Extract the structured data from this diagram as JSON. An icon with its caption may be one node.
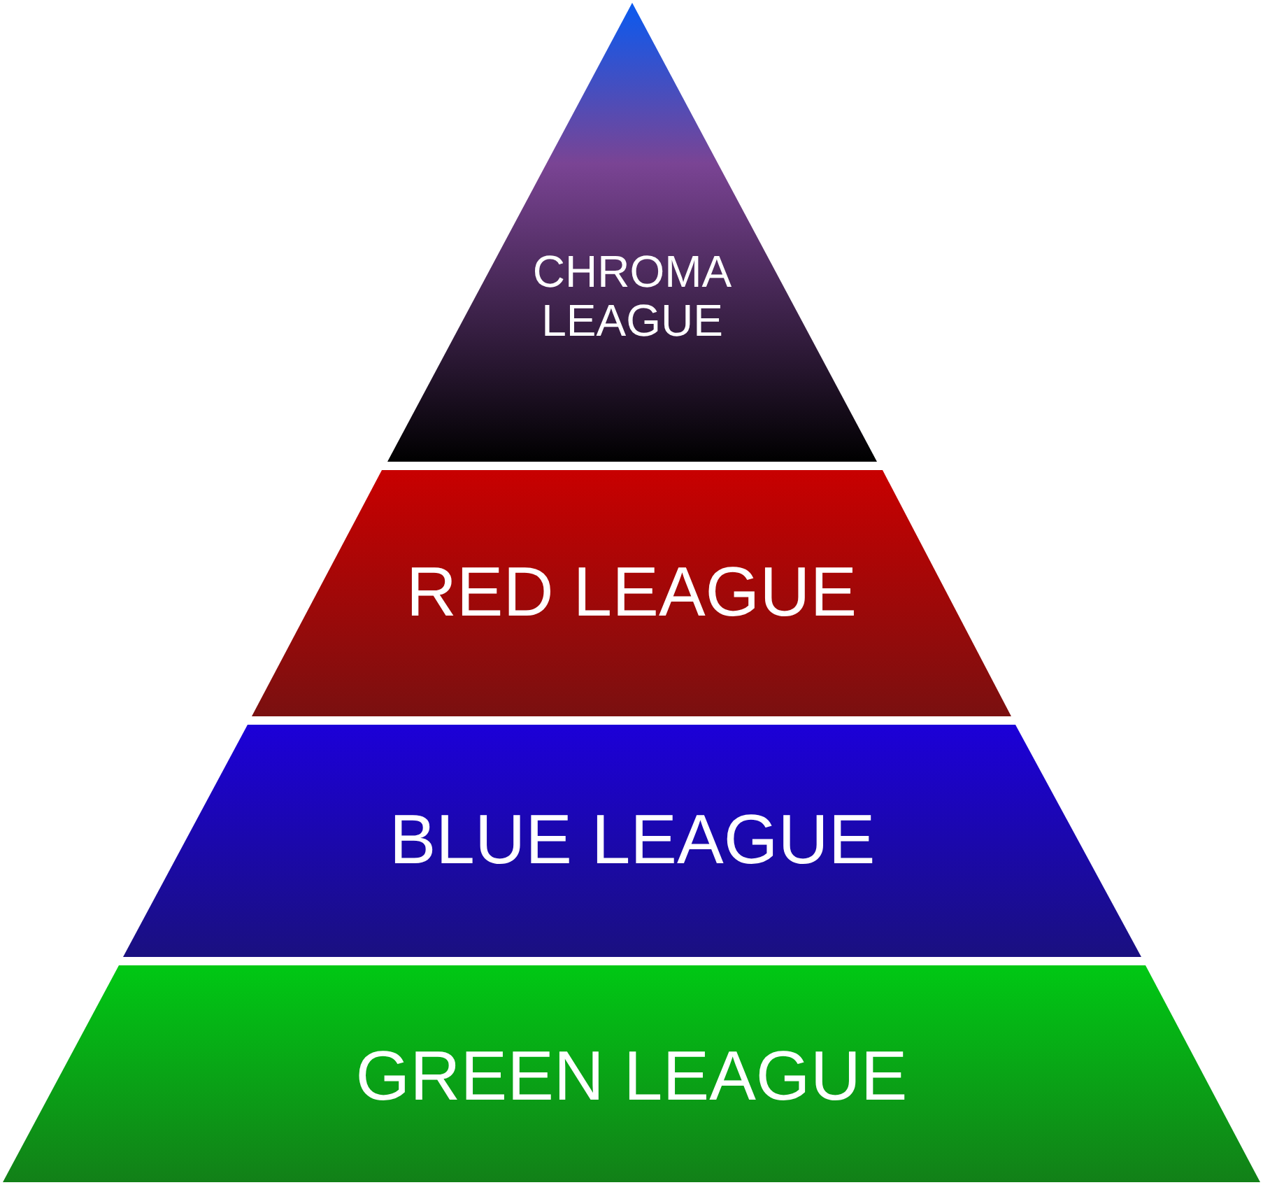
{
  "diagram": {
    "nodes": [
      {
        "text": [
          "CHROMA LEAGUE"
        ]
      },
      {
        "text": [
          "RED LEAGUE"
        ]
      },
      {
        "text": [
          "BLUE LEAGUE"
        ]
      },
      {
        "text": [
          "GREEN LEAGUE"
        ]
      }
    ]
  }
}
